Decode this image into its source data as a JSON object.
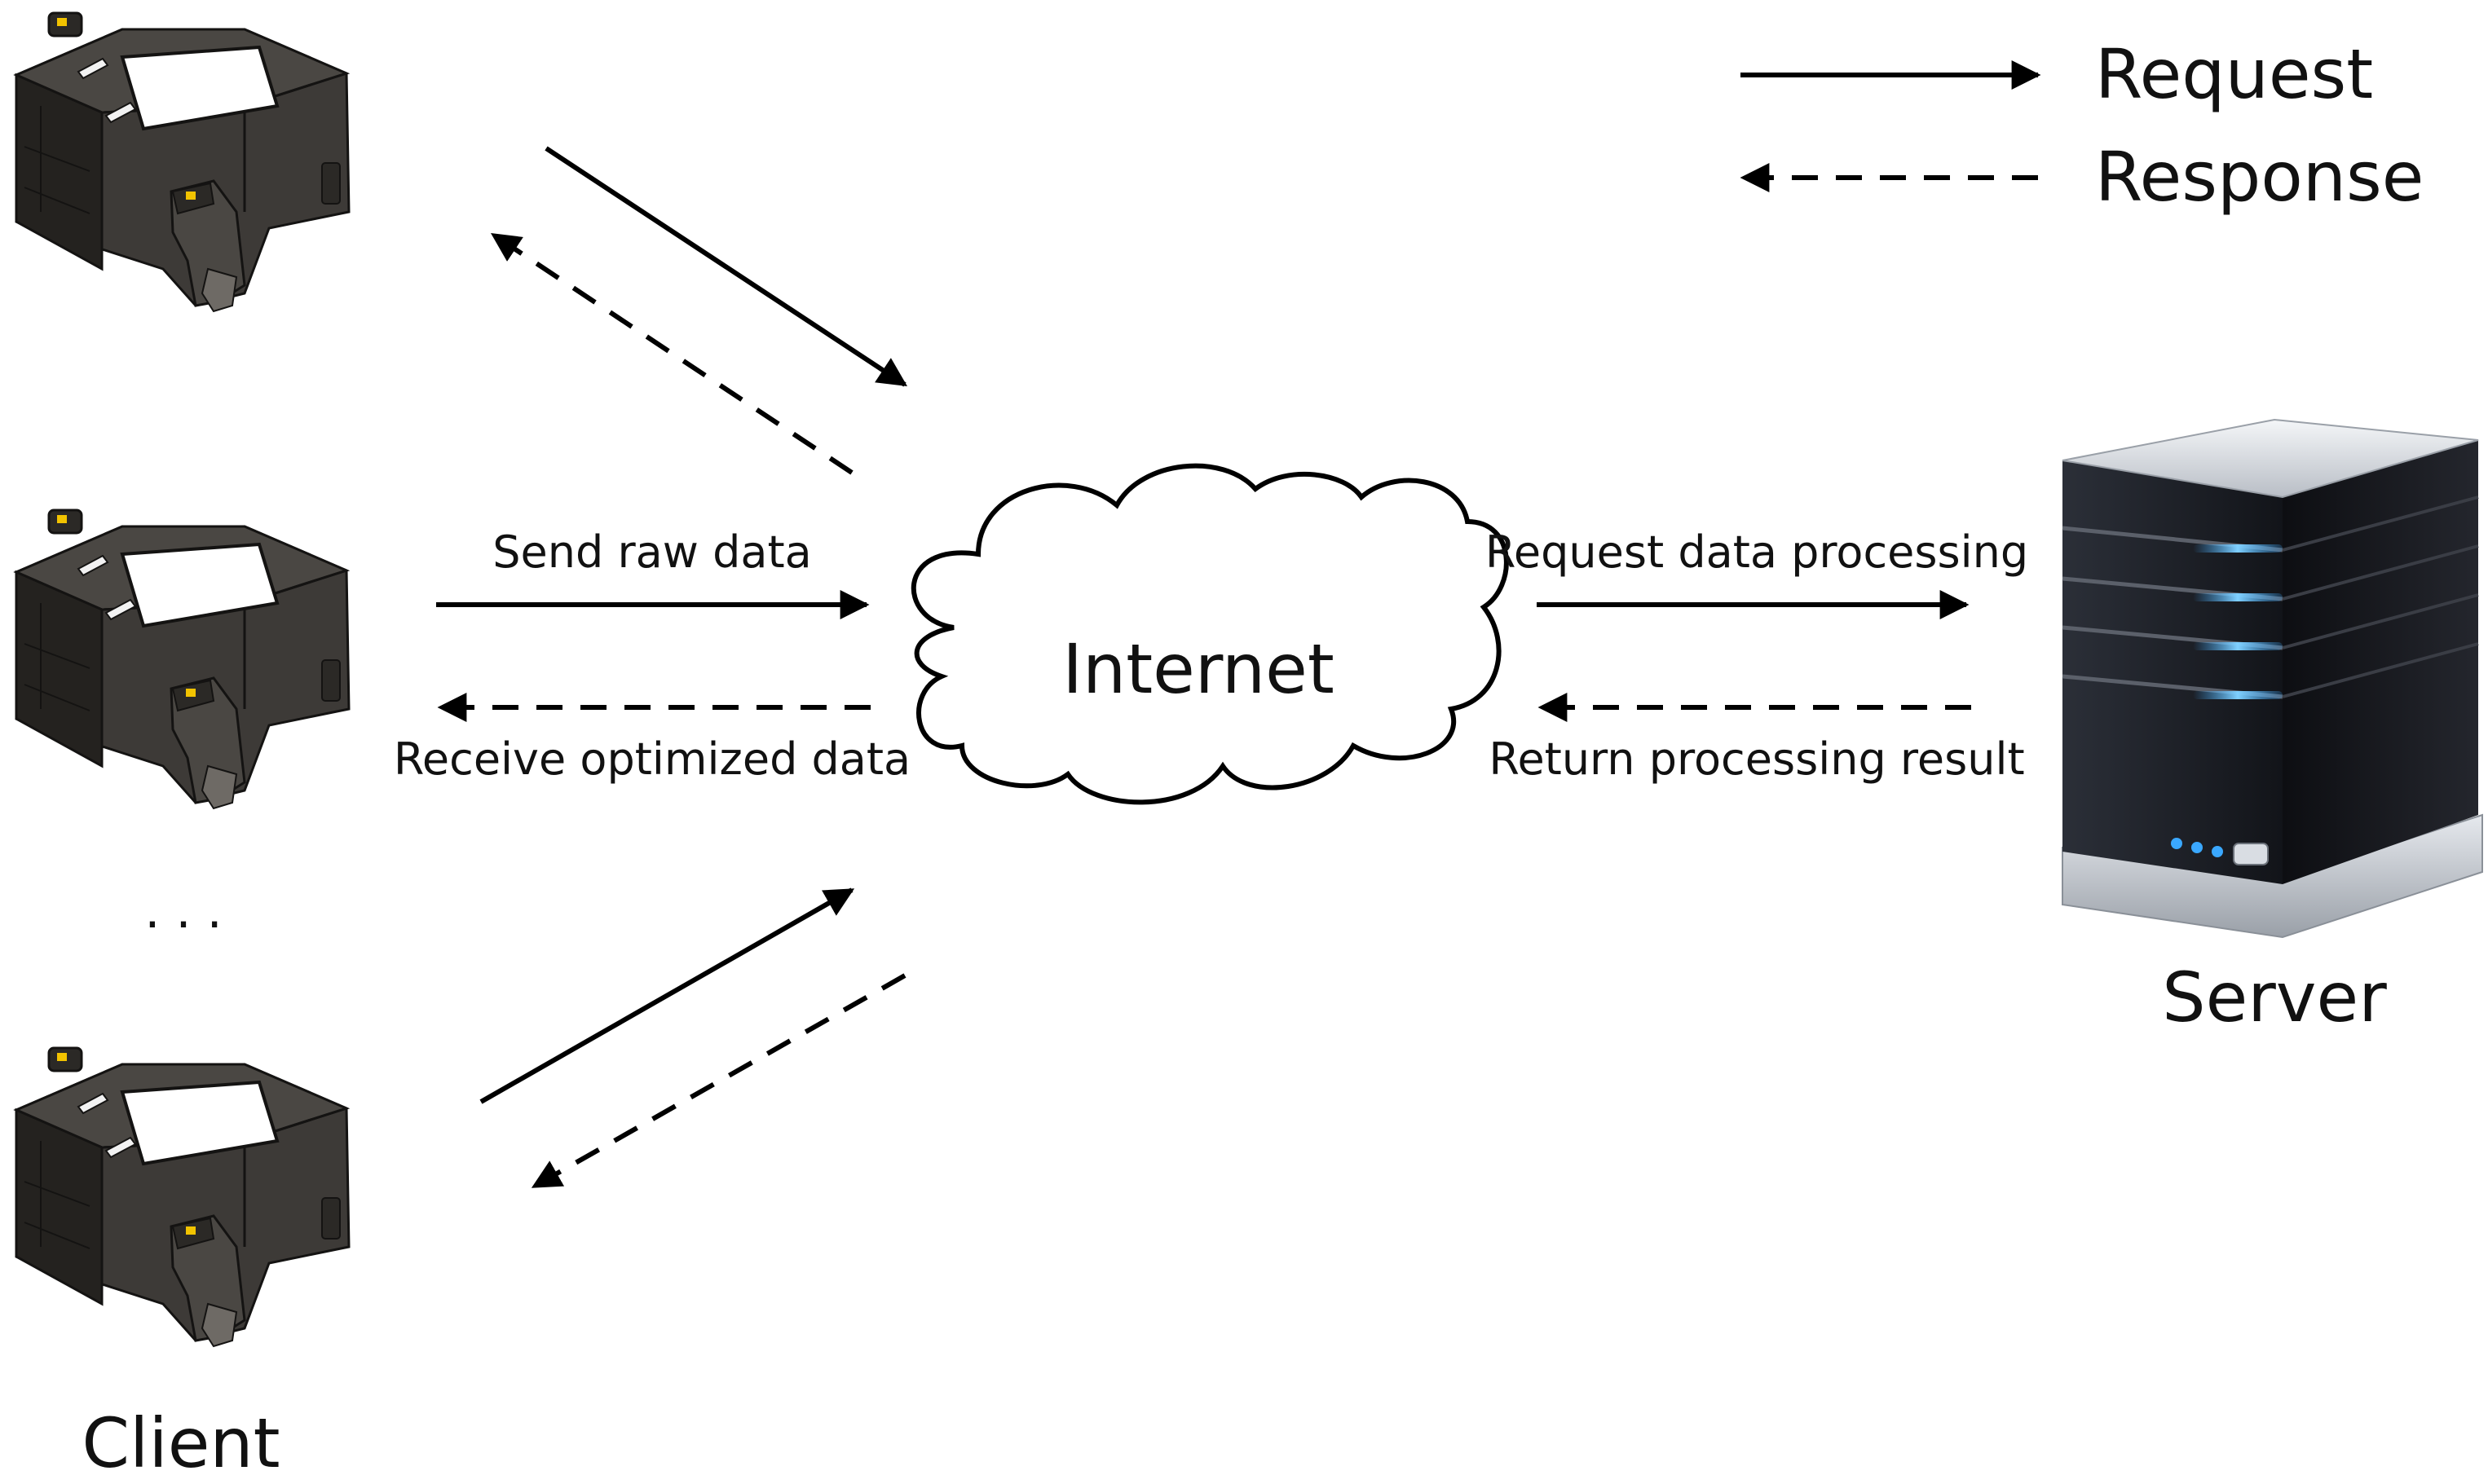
{
  "diagram": {
    "cloud_label": "Internet",
    "client_label": "Client",
    "server_label": "Server",
    "ellipsis": "· · ·",
    "legend": {
      "request": "Request",
      "response": "Response"
    },
    "edges": {
      "client_to_internet": "Send raw data",
      "internet_to_client": "Receive optimized data",
      "internet_to_server": "Request data processing",
      "server_to_internet": "Return processing result"
    }
  },
  "colors": {
    "ink": "#000000",
    "device_body": "#3d3a37",
    "device_dark": "#24221f",
    "device_screen": "#ffffff",
    "device_button": "#f2c300",
    "server_led": "#3aa8ff",
    "server_body": "#1a1c22"
  }
}
